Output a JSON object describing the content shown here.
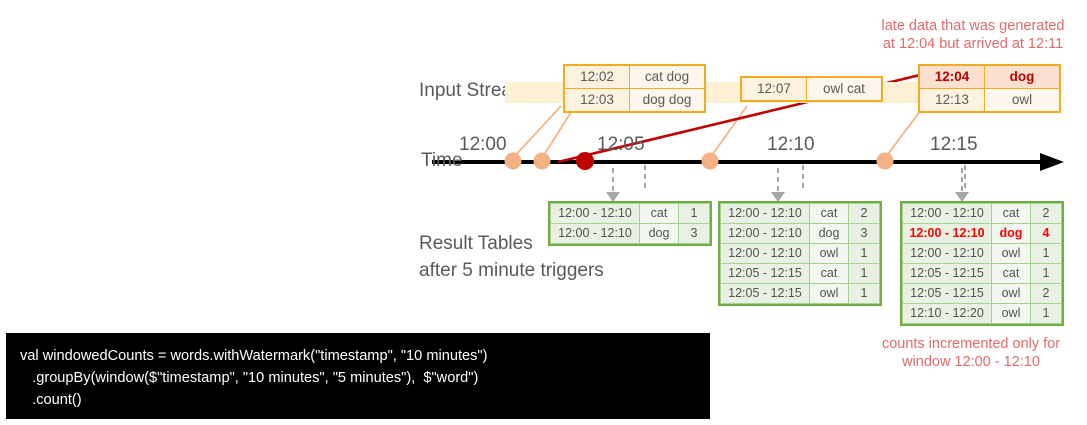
{
  "labels": {
    "input_stream": "Input Stream",
    "time": "Time",
    "result_tables_line1": "Result Tables",
    "result_tables_line2": "after 5 minute triggers"
  },
  "annotations": {
    "late_data_line1": "late data that was generated",
    "late_data_line2": "at 12:04 but arrived at 12:11",
    "counts_line1": "counts incremented only for",
    "counts_line2": "window 12:00 - 12:10"
  },
  "timeline": {
    "ticks": [
      "12:00",
      "12:05",
      "12:10",
      "12:15"
    ],
    "event_dots": [
      "12:02",
      "12:03",
      "12:05",
      "12:07",
      "12:11"
    ],
    "trigger_dot": "12:05"
  },
  "event_boxes": [
    {
      "name": "events-12-02-12-03",
      "rows": [
        {
          "time": "12:02",
          "words": "cat dog",
          "highlight": false
        },
        {
          "time": "12:03",
          "words": "dog dog",
          "highlight": false
        }
      ]
    },
    {
      "name": "events-12-07",
      "rows": [
        {
          "time": "12:07",
          "words": "owl cat",
          "highlight": false
        }
      ]
    },
    {
      "name": "events-12-04-12-13",
      "rows": [
        {
          "time": "12:04",
          "words": "dog",
          "highlight": true
        },
        {
          "time": "12:13",
          "words": "owl",
          "highlight": false
        }
      ]
    }
  ],
  "result_tables": [
    {
      "name": "result-table-trigger-1",
      "rows": [
        {
          "window": "12:00 - 12:10",
          "word": "cat",
          "count": "1",
          "red": false
        },
        {
          "window": "12:00 - 12:10",
          "word": "dog",
          "count": "3",
          "red": false
        }
      ]
    },
    {
      "name": "result-table-trigger-2",
      "rows": [
        {
          "window": "12:00 - 12:10",
          "word": "cat",
          "count": "2",
          "red": false
        },
        {
          "window": "12:00 - 12:10",
          "word": "dog",
          "count": "3",
          "red": false
        },
        {
          "window": "12:00 - 12:10",
          "word": "owl",
          "count": "1",
          "red": false
        },
        {
          "window": "12:05 - 12:15",
          "word": "cat",
          "count": "1",
          "red": false
        },
        {
          "window": "12:05 - 12:15",
          "word": "owl",
          "count": "1",
          "red": false
        }
      ]
    },
    {
      "name": "result-table-trigger-3",
      "rows": [
        {
          "window": "12:00 - 12:10",
          "word": "cat",
          "count": "2",
          "red": false
        },
        {
          "window": "12:00 - 12:10",
          "word": "dog",
          "count": "4",
          "red": true
        },
        {
          "window": "12:00 - 12:10",
          "word": "owl",
          "count": "1",
          "red": false
        },
        {
          "window": "12:05 - 12:15",
          "word": "cat",
          "count": "1",
          "red": false
        },
        {
          "window": "12:05 - 12:15",
          "word": "owl",
          "count": "2",
          "red": false
        },
        {
          "window": "12:10 - 12:20",
          "word": "owl",
          "count": "1",
          "red": false
        }
      ]
    }
  ],
  "code": {
    "text": "val windowedCounts = words.withWatermark(\"timestamp\", \"10 minutes\")\n   .groupBy(window($\"timestamp\", \"10 minutes\", \"5 minutes\"),  $\"word\")\n   .count()"
  },
  "colors": {
    "stream_band": "#fdf0d5",
    "event_border": "#f0ad1e",
    "result_border": "#70ad47",
    "accent_red": "#c00000",
    "note_red": "#e26a6a",
    "dot_orange": "#f4b183",
    "code_bg": "#000000"
  }
}
